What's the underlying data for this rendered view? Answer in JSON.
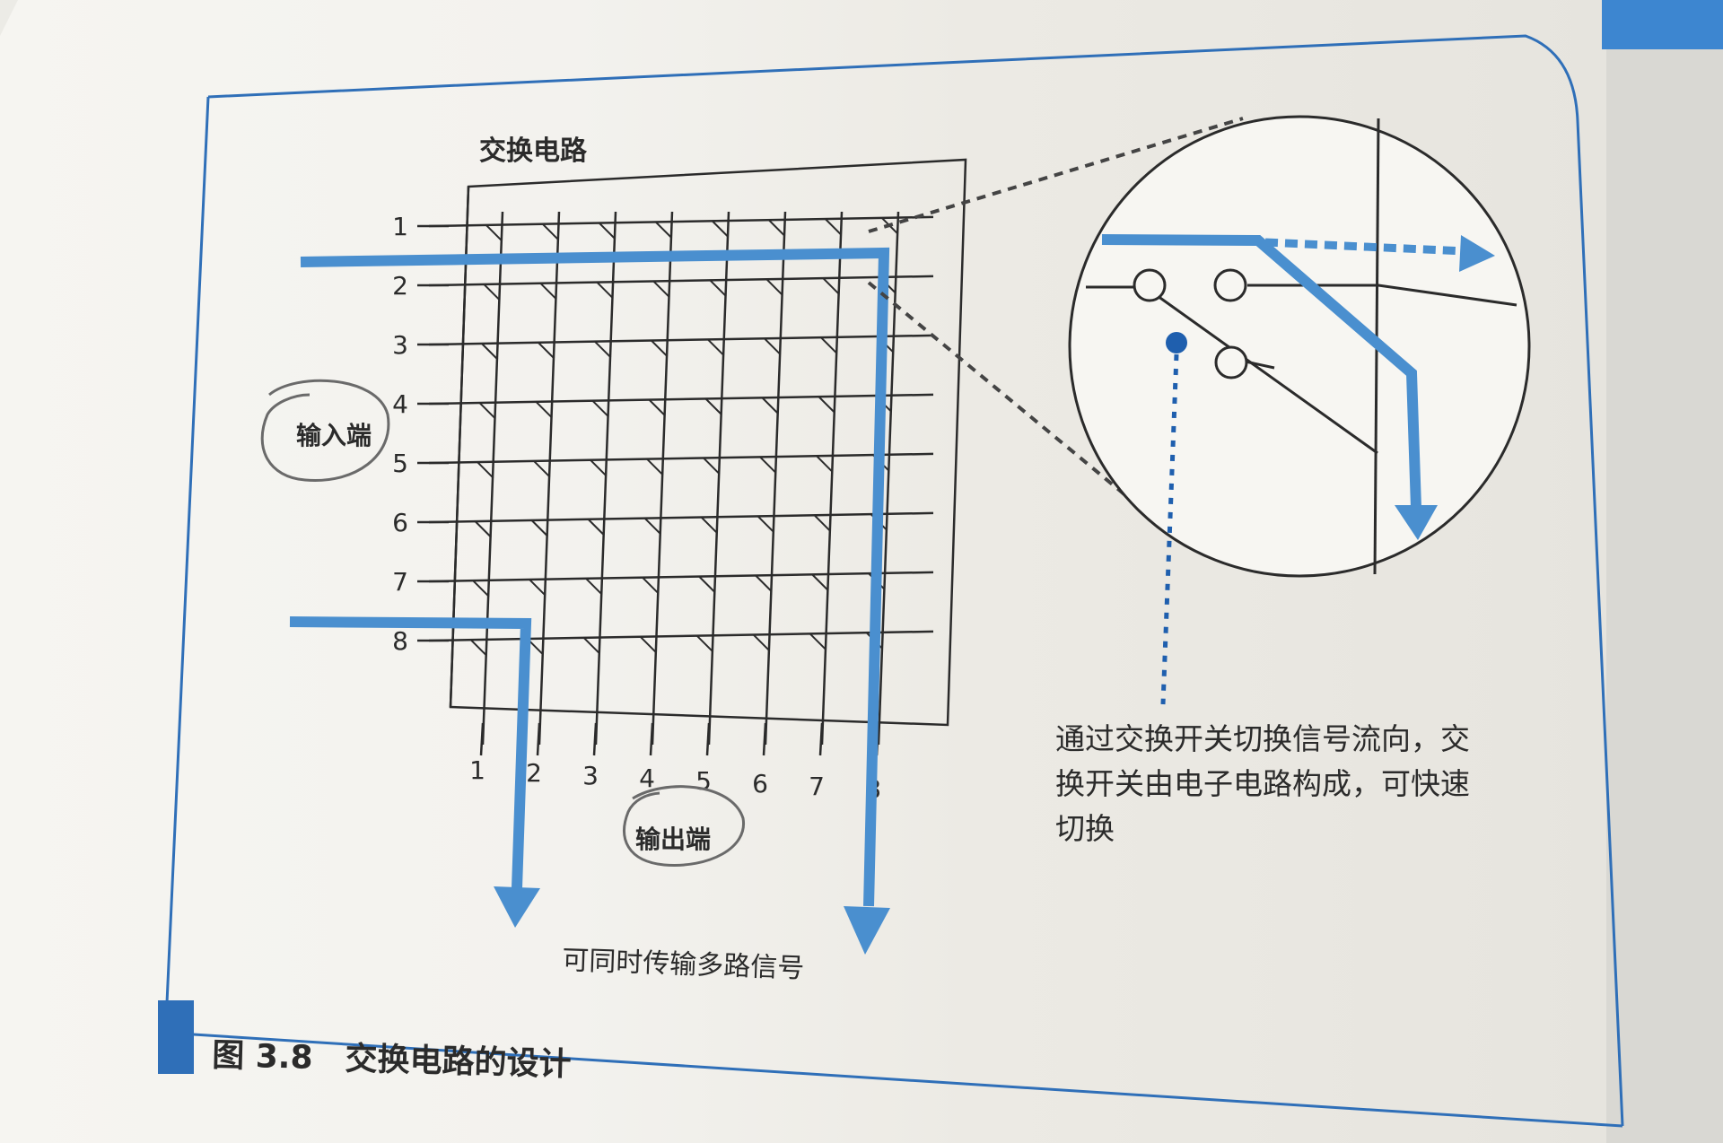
{
  "figure": {
    "caption": "图 3.8　交换电路的设计",
    "circuit_title": "交换电路",
    "input_label": "输入端",
    "output_label": "输出端",
    "bottom_note": "可同时传输多路信号",
    "zoom_note_lines": [
      "通过交换开关切换信号流向，交",
      "换开关由电子电路构成，可快速",
      "切换"
    ],
    "input_numbers": [
      "1",
      "2",
      "3",
      "4",
      "5",
      "6",
      "7",
      "8"
    ],
    "output_numbers": [
      "1",
      "2",
      "3",
      "4",
      "5",
      "6",
      "7",
      "8"
    ]
  },
  "colors": {
    "accent_blue": "#4a8fcf",
    "frame_blue": "#2f6fb8",
    "ink": "#2b2b2b",
    "paper": "#f4f3ef"
  }
}
